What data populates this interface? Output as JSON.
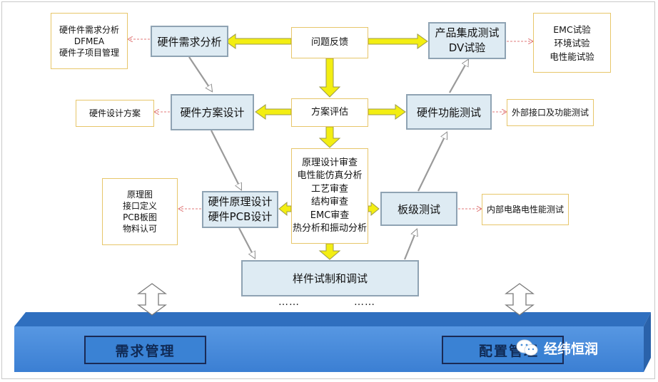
{
  "stages": {
    "hw_requirement_analysis": "硬件需求分析",
    "hw_solution_design": "硬件方案设计",
    "hw_schematic_pcb_design": [
      "硬件原理设计",
      "硬件PCB设计"
    ],
    "sample_build_debug": "样件试制和调试",
    "board_level_test": "板级测试",
    "hw_function_test": "硬件功能测试",
    "product_integration_test": [
      "产品集成测试",
      "DV试验"
    ]
  },
  "center": {
    "issue_feedback": "问题反馈",
    "solution_review": "方案评估",
    "reviews": [
      "原理设计审查",
      "电性能仿真分析",
      "工艺审查",
      "结构审查",
      "EMC审查",
      "热分析和振动分析"
    ]
  },
  "notes": {
    "requirement_outputs": [
      "硬件件需求分析",
      "DFMEA",
      "硬件子项目管理"
    ],
    "design_solution": "硬件设计方案",
    "design_outputs": [
      "原理图",
      "接口定义",
      "PCB板图",
      "物料认可"
    ],
    "dv_tests": [
      "EMC试验",
      "环境试验",
      "电性能试验"
    ],
    "interface_function_test": "外部接口及功能测试",
    "internal_circuit_test": "内部电路电性能测试"
  },
  "dots": [
    "……",
    "……"
  ],
  "platform": {
    "requirement_management": "需求管理",
    "configuration_management": "配置管理"
  },
  "watermark": "经纬恒润",
  "colors": {
    "stage_fill": "#deebf3",
    "stage_border": "#8fa3b3",
    "note_border": "#e7c66a",
    "arrow_yellow": "#f3ee12",
    "platform_blue": "#3f86db",
    "platform_top": "#2f6fbf",
    "dashed_red": "#e07a7a"
  },
  "icons": [
    "wechat-icon"
  ]
}
